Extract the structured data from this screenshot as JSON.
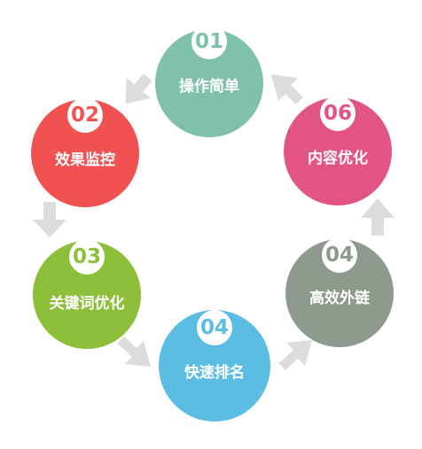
{
  "steps": [
    {
      "number": "01",
      "label": "操作简单",
      "color": "#7fc1ad"
    },
    {
      "number": "02",
      "label": "效果监控",
      "color": "#f05252"
    },
    {
      "number": "03",
      "label": "关键词优化",
      "color": "#8ebf3b"
    },
    {
      "number": "04",
      "label": "快速排名",
      "color": "#5cbde4"
    },
    {
      "number": "04",
      "label": "高效外链",
      "color": "#8f9a8f"
    },
    {
      "number": "06",
      "label": "内容优化",
      "color": "#e25481"
    }
  ],
  "arrow_color": "#dcdcdc",
  "arrow_icon": "block-arrow-icon"
}
